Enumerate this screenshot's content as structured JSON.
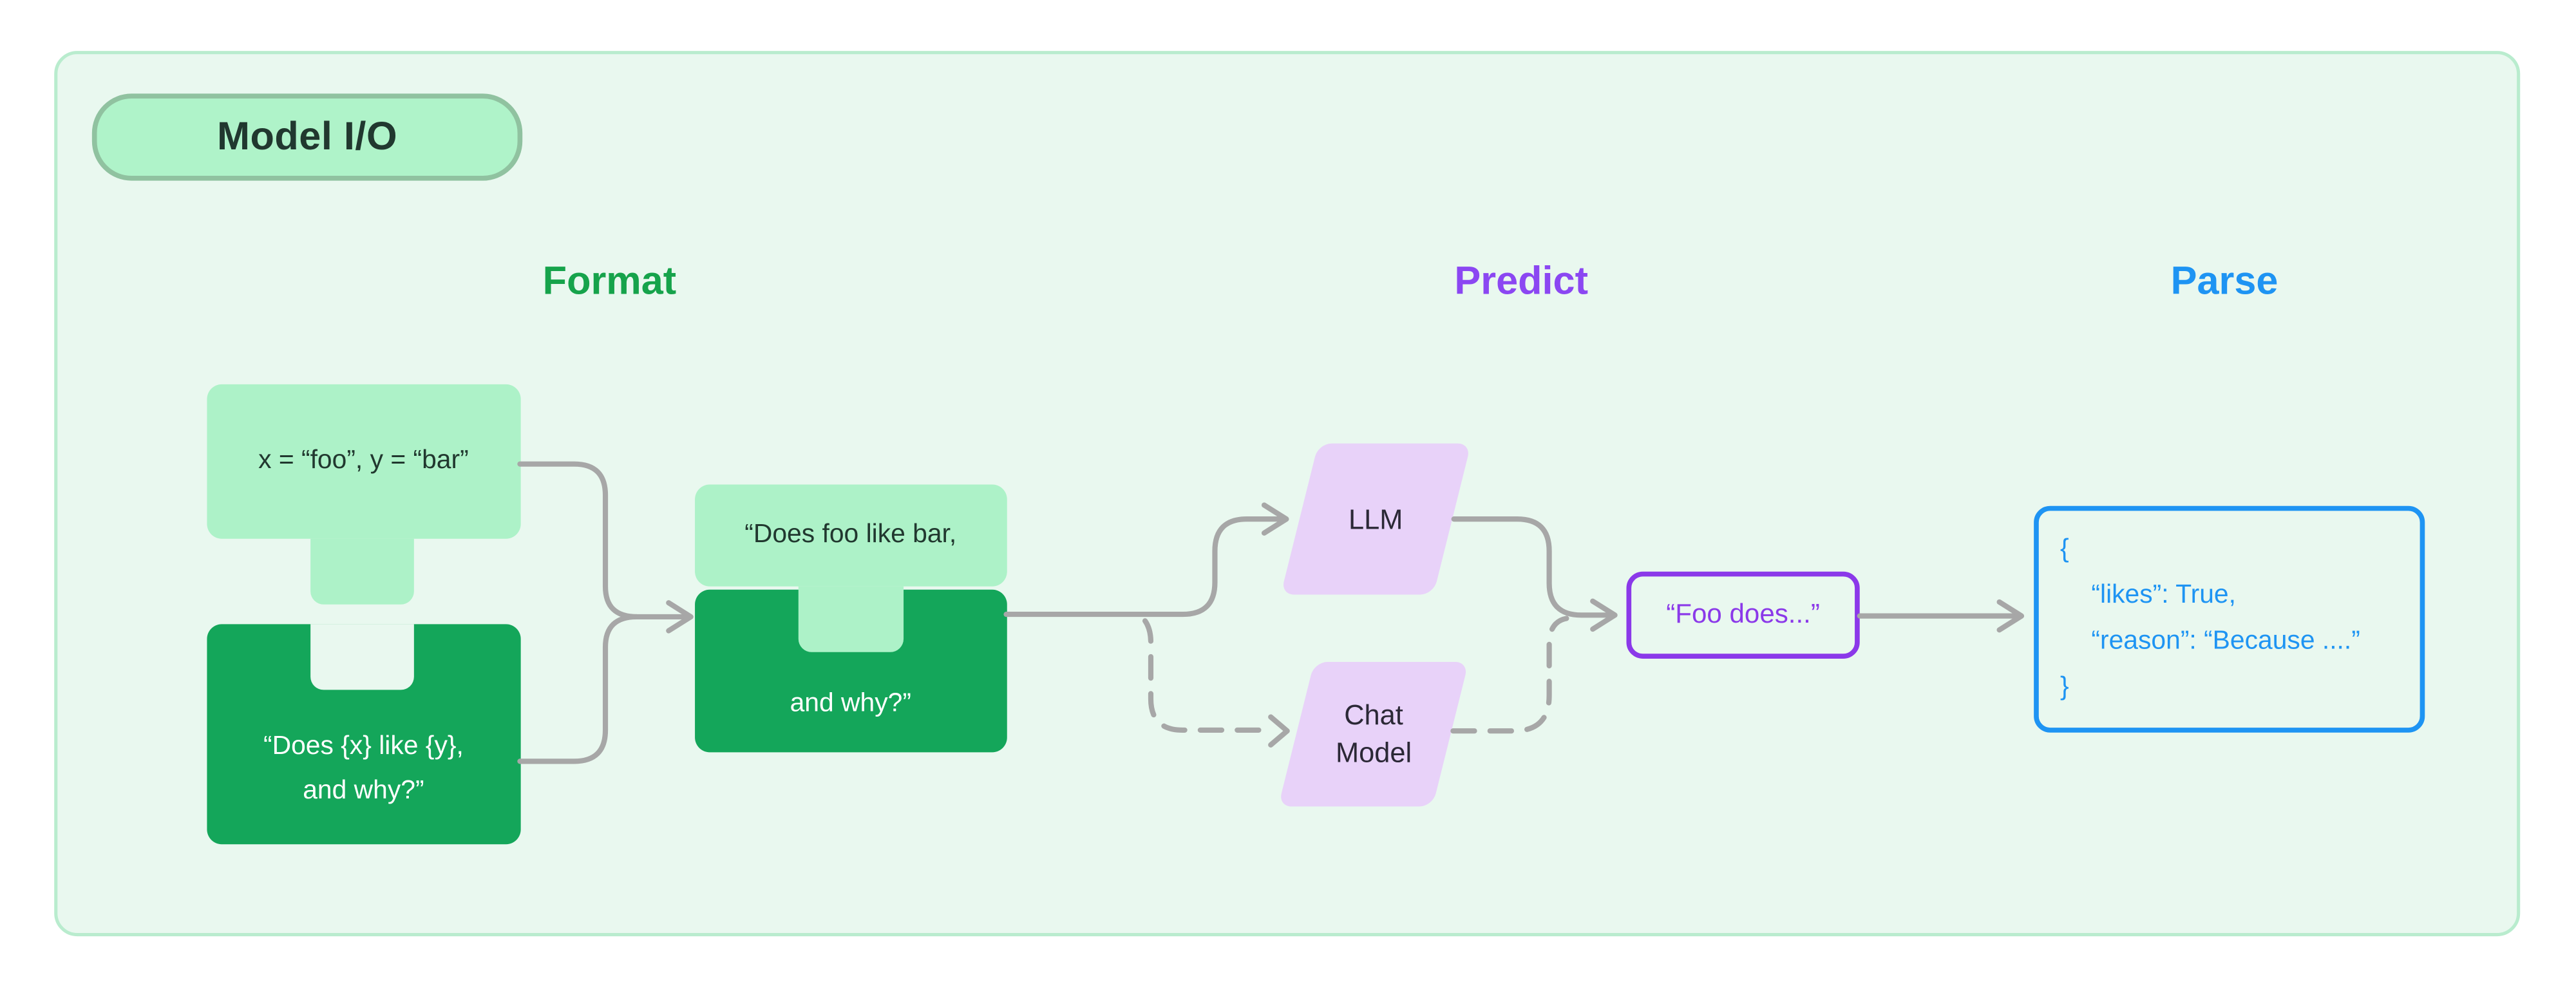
{
  "badge": {
    "label": "Model I/O"
  },
  "headings": {
    "format": "Format",
    "predict": "Predict",
    "parse": "Parse"
  },
  "format": {
    "variables_block": "x = “foo”, y = “bar”",
    "template_block": {
      "line1": "“Does {x} like {y},",
      "line2": "and why?”"
    },
    "merged_block": {
      "line1": "“Does foo like bar,",
      "line2": "and why?”"
    }
  },
  "predict": {
    "llm_label": "LLM",
    "chat_model": {
      "line1": "Chat",
      "line2": "Model"
    },
    "output_text": "“Foo does...”"
  },
  "parse": {
    "json_lines": [
      "{",
      "“likes”: True,",
      "“reason”: “Because ....”",
      "}"
    ]
  },
  "colors": {
    "panel_background": "#e9f8ef",
    "panel_border": "#b9ecce",
    "light_green": "#adf2c8",
    "dark_green": "#14a65a",
    "format_heading": "#16a34b",
    "predict_heading": "#8b47f2",
    "lavender": "#e8d2f9",
    "purple_border": "#8b39e9",
    "parse_blue": "#1e94f3",
    "connector_gray": "#a7a7a7"
  }
}
